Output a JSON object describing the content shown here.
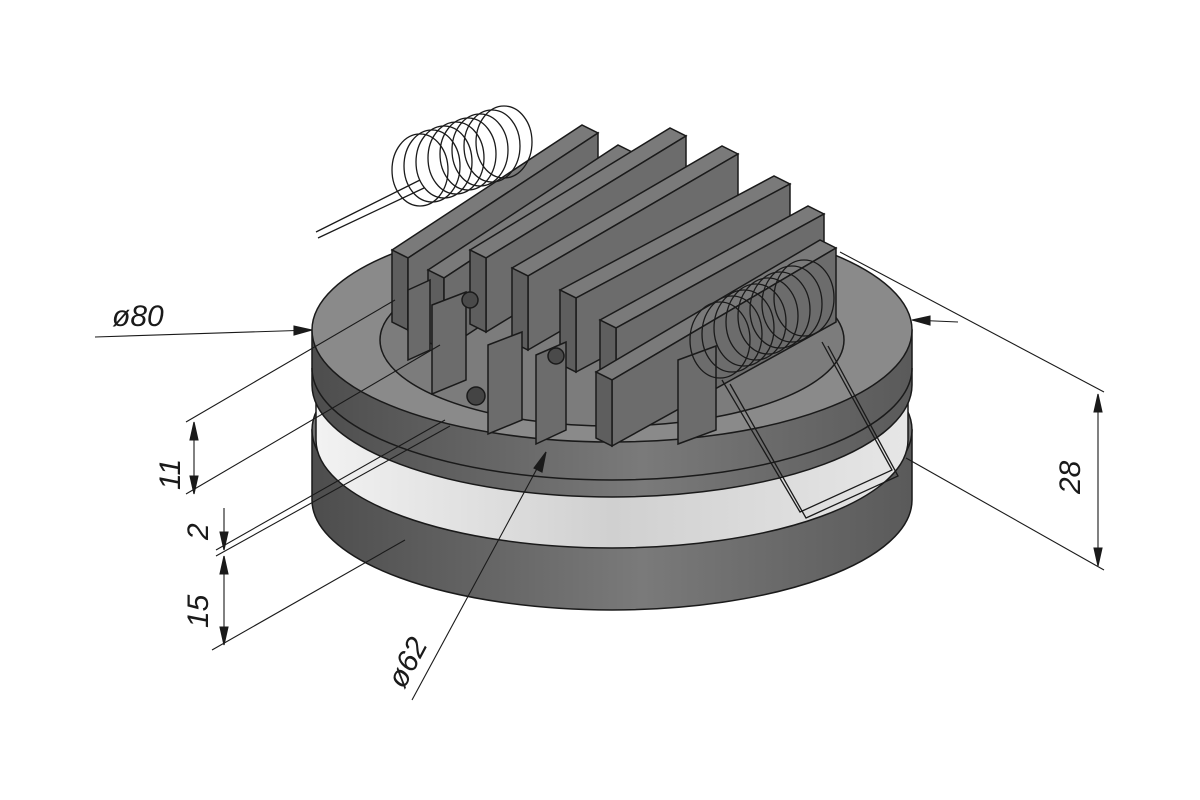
{
  "drawing": {
    "colors": {
      "line": "#1a1a1a",
      "body_top": "#7d7d7d",
      "body_side": "#5f5f5f",
      "fin": "#6e6e6e",
      "fin_dark": "#5a5a5a",
      "insulator": "#d9d9d9",
      "spring": "#8a8a8a"
    },
    "dimensions": {
      "outer_diameter": "ø80",
      "inner_diameter": "ø62",
      "height_11": "11",
      "gap_2": "2",
      "base_15": "15",
      "total_28": "28"
    }
  }
}
